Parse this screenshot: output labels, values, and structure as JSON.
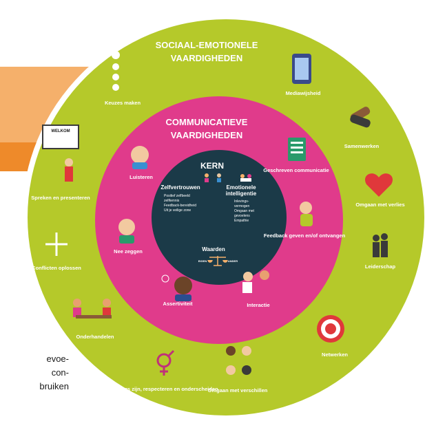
{
  "page_side_text": [
    "evoe-",
    "con-",
    "bruiken"
  ],
  "diagram": {
    "outer_title_1": "SOCIAAL-EMOTIONELE",
    "outer_title_2": "VAARDIGHEDEN",
    "middle_title_1": "COMMUNICATIEVE",
    "middle_title_2": "VAARDIGHEDEN",
    "core_title": "KERN",
    "core_zelf": "Zelfvertrouwen",
    "core_zelf_items": [
      "Positief zelfbeeld",
      "zelfkennis",
      "Feedback-bereidheid",
      "Uit je veilige zone"
    ],
    "core_emo_1": "Emotionele",
    "core_emo_2": "intelligentie",
    "core_emo_items": [
      "Inlevings-",
      "vermogen",
      "Omgaan met",
      "gevoelens",
      "Empathie"
    ],
    "core_waarden": "Waarden",
    "core_left_small": "EIGEN",
    "core_right_small": "ANDER",
    "outer": [
      "Keuzes maken",
      "Mediawijsheid",
      "Samenwerken",
      "Omgaan met verlies",
      "Leiderschap",
      "Netwerken",
      "Omgaan met verschillen",
      "Anders zijn, respecteren en onderscheiden",
      "Onderhandelen",
      "Conflicten oplossen",
      "Spreken en presenteren"
    ],
    "middle": [
      "Luisteren",
      "Geschreven communicatie",
      "Feedback geven en/of ontvangen",
      "Interactie",
      "Assertiviteit",
      "Nee zeggen"
    ],
    "board_text": "WELKOM",
    "colors": {
      "outer": "#b5c92a",
      "middle": "#e03b8b",
      "core": "#1b3a48",
      "orange_light": "#f5b06b",
      "orange_dark": "#ee8a2a"
    }
  }
}
